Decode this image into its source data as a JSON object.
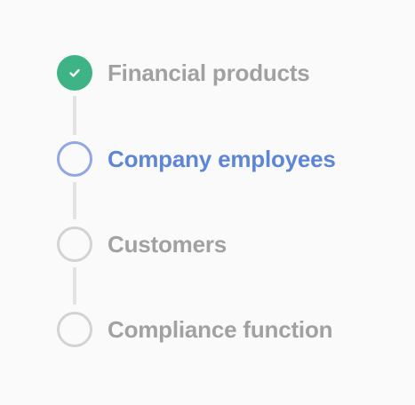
{
  "stepper": {
    "steps": [
      {
        "label": "Financial products",
        "status": "completed",
        "icon": "check-icon"
      },
      {
        "label": "Company employees",
        "status": "active"
      },
      {
        "label": "Customers",
        "status": "pending"
      },
      {
        "label": "Compliance function",
        "status": "pending"
      }
    ]
  },
  "colors": {
    "completed": "#3db386",
    "active": "#5e86d6",
    "active_ring": "#90a7e2",
    "pending": "#a1a1a1",
    "pending_ring": "#d3d3d3",
    "connector": "#e2e2e2",
    "background": "#fafafa"
  }
}
